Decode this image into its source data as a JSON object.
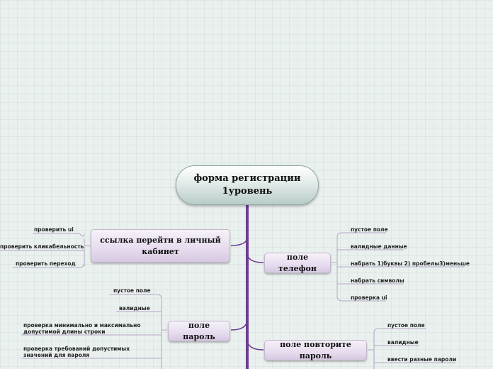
{
  "root": {
    "line1": "форма регистрации",
    "line2": "1уровень"
  },
  "nodes": {
    "link": {
      "label": "ссылка перейти в личный кабинет"
    },
    "phone": {
      "label": "поле телефон"
    },
    "password": {
      "label": "поле пароль"
    },
    "repeat": {
      "label": "поле повторите пароль"
    }
  },
  "leaves": {
    "link": [
      "проверить ui",
      "проверить кликабельность",
      "проверить переход"
    ],
    "phone": [
      "пустое поле",
      "валидные данные",
      "набрать 1)буквы 2) пробелы3)меньше",
      "набрать символы",
      "проверка ui"
    ],
    "password": [
      "пустое поле",
      "валидные",
      "проверка минимально и максимально допустимой длины строки",
      "проверка требований допустимых значений для пароля"
    ],
    "repeat": [
      "пустое поле",
      "валидные",
      "ввести разные пароли"
    ]
  },
  "colors": {
    "branch": "#6a3d93",
    "leaf_line": "#b7a6c8",
    "background": "#e9f0ee"
  }
}
